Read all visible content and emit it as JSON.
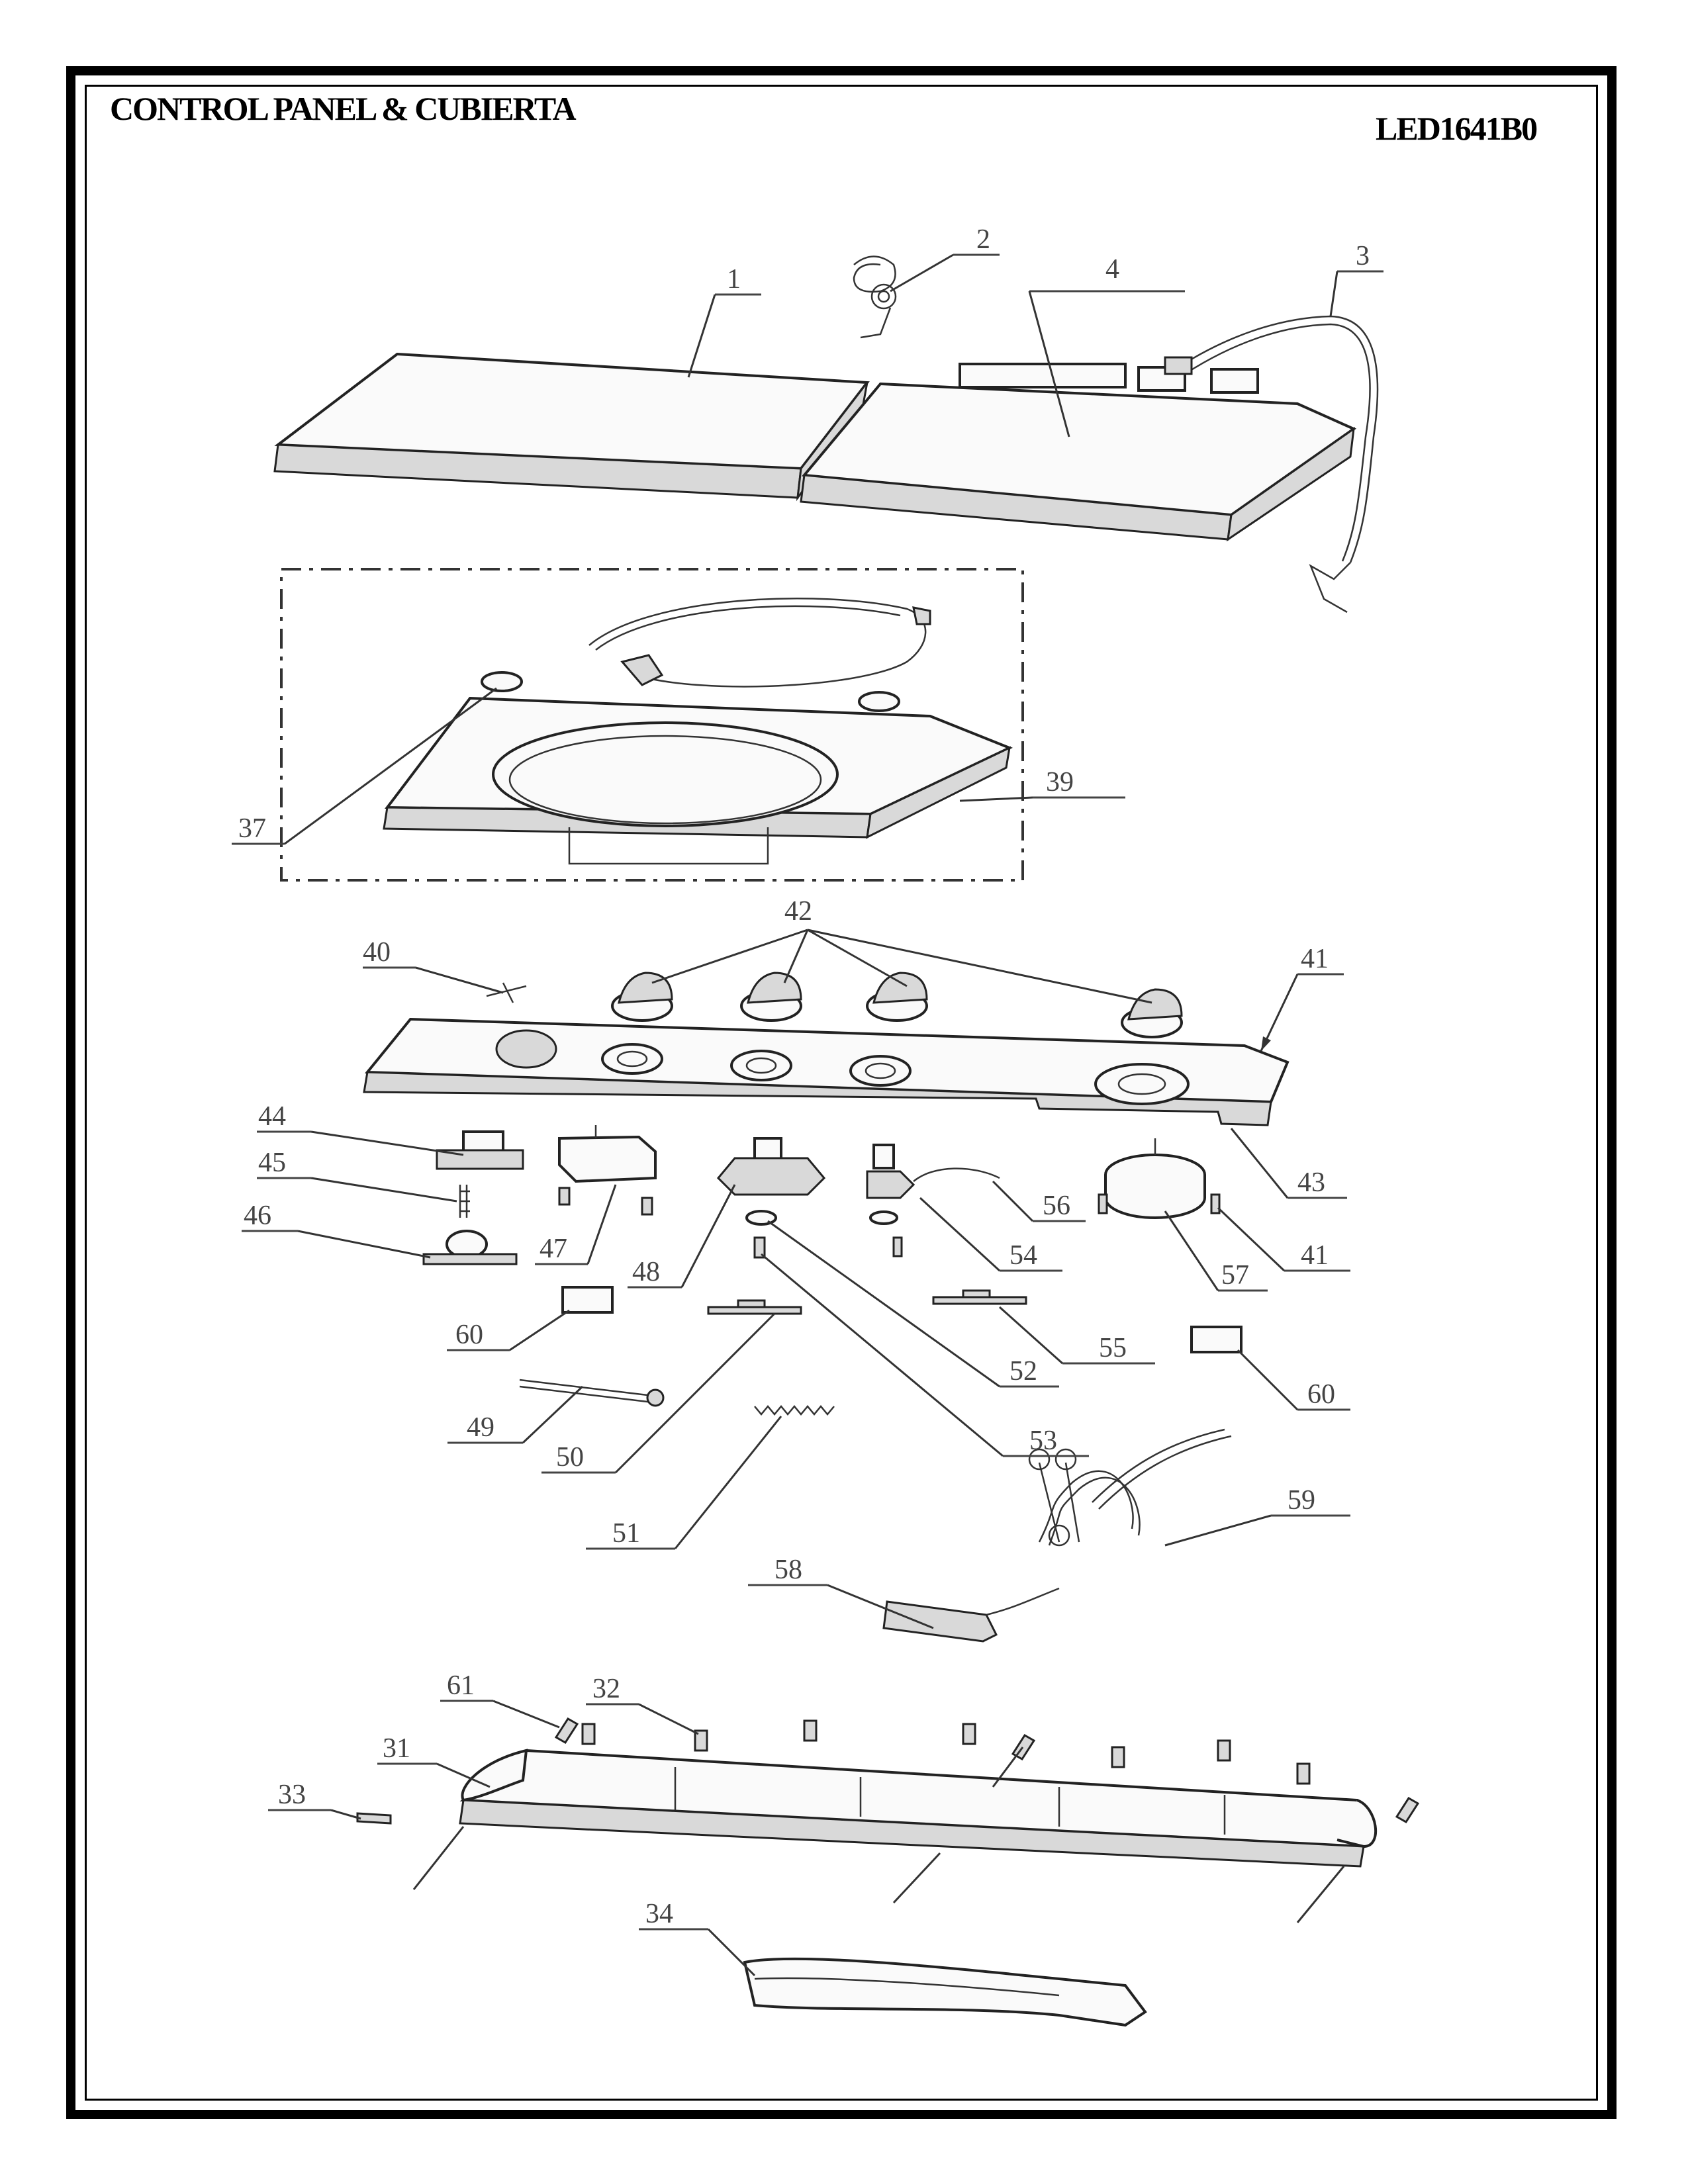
{
  "header": {
    "title": "CONTROL PANEL & CUBIERTA",
    "model": "LED1641B0"
  },
  "callouts": {
    "c1": "1",
    "c2": "2",
    "c3": "3",
    "c4": "4",
    "c31": "31",
    "c32": "32",
    "c33": "33",
    "c34": "34",
    "c37": "37",
    "c39": "39",
    "c40": "40",
    "c41a": "41",
    "c41b": "41",
    "c42": "42",
    "c43": "43",
    "c44": "44",
    "c45": "45",
    "c46": "46",
    "c47": "47",
    "c48": "48",
    "c49": "49",
    "c50": "50",
    "c51": "51",
    "c52": "52",
    "c53": "53",
    "c54": "54",
    "c55": "55",
    "c56": "56",
    "c57": "57",
    "c58": "58",
    "c59": "59",
    "c60a": "60",
    "c60b": "60",
    "c61": "61"
  }
}
